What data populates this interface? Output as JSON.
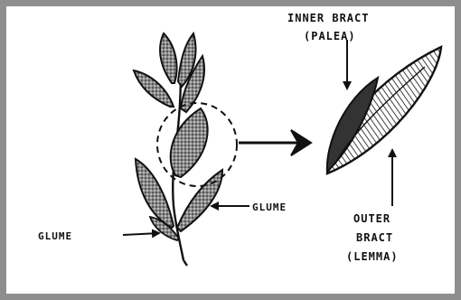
{
  "labels": {
    "inner_bract_line1": "INNER BRACT",
    "inner_bract_line2": "(PALEA)",
    "glume_right": "GLUME",
    "glume_left": "GLUME",
    "outer_bract_line1": "OUTER",
    "outer_bract_line2": "BRACT",
    "outer_bract_line3": "(LEMMA)"
  },
  "colors": {
    "frame": "#8e8e8e",
    "ink": "#111111",
    "shading": "#6f6f6f",
    "paper": "#ffffff"
  }
}
